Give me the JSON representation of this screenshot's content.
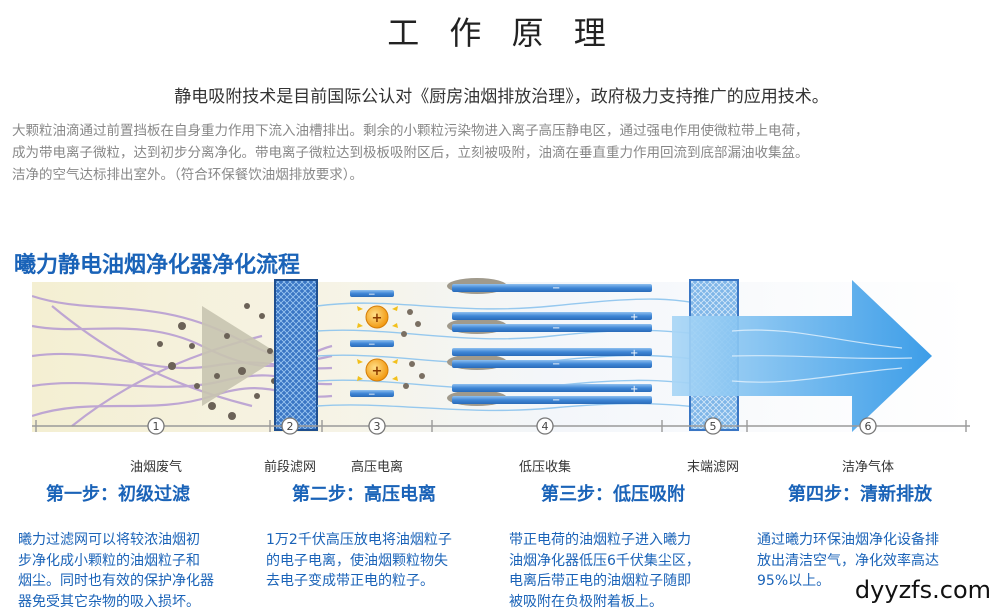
{
  "page": {
    "title": "工 作 原 理",
    "lead": "静电吸附技术是目前国际公认对《厨房油烟排放治理》，政府极力支持推广的应用技术。",
    "description_lines": [
      "大颗粒油滴通过前置挡板在自身重力作用下流入油槽排出。剩余的小颗粒污染物进入离子高压静电区，通过强电作用使微粒带上电荷，",
      "成为带电离子微粒，达到初步分离净化。带电离子微粒达到极板吸附区后，立刻被吸附，油滴在垂直重力作用回流到底部漏油收集盆。",
      "洁净的空气达标排出室外。（符合环保餐饮油烟排放要求）。"
    ]
  },
  "process": {
    "title": "曦力静电油烟净化器净化流程",
    "markers": [
      {
        "num": "1",
        "label": "油烟废气"
      },
      {
        "num": "2",
        "label": "前段滤网"
      },
      {
        "num": "3",
        "label": "高压电离"
      },
      {
        "num": "4",
        "label": "低压收集"
      },
      {
        "num": "5",
        "label": "末端滤网"
      },
      {
        "num": "6",
        "label": "洁净气体"
      }
    ],
    "plus_sign": "+",
    "minus_sign": "−"
  },
  "steps": [
    {
      "title": "第一步：初级过滤",
      "lines": [
        "曦力过滤网可以将较浓油烟初",
        "步净化成小颗粒的油烟粒子和",
        "烟尘。同时也有效的保护净化器",
        "器免受其它杂物的吸入损坏。"
      ]
    },
    {
      "title": "第二步：高压电离",
      "lines": [
        "1万2千伏高压放电将油烟粒子",
        "的电子电离，使油烟颗粒物失",
        "去电子变成带正电的粒子。"
      ]
    },
    {
      "title": "第三步：低压吸附",
      "lines": [
        "带正电荷的油烟粒子进入曦力",
        "油烟净化器低压6千伏集尘区，",
        "电离后带正电的油烟粒子随即",
        "被吸附在负极附着板上。"
      ]
    },
    {
      "title": "第四步：清新排放",
      "lines": [
        "通过曦力环保油烟净化设备排",
        "放出清洁空气，净化效率高达",
        "95%以上。"
      ]
    }
  ],
  "watermark": "dyyzfs.com",
  "colors": {
    "accent": "#1a63b8",
    "desc_gray": "#888888",
    "arrow_blue": "#3aa3e8",
    "filter_blue": "#2f6fc0",
    "plate_blue": "#4a8fd8",
    "ion_orange": "#f2a51c"
  }
}
